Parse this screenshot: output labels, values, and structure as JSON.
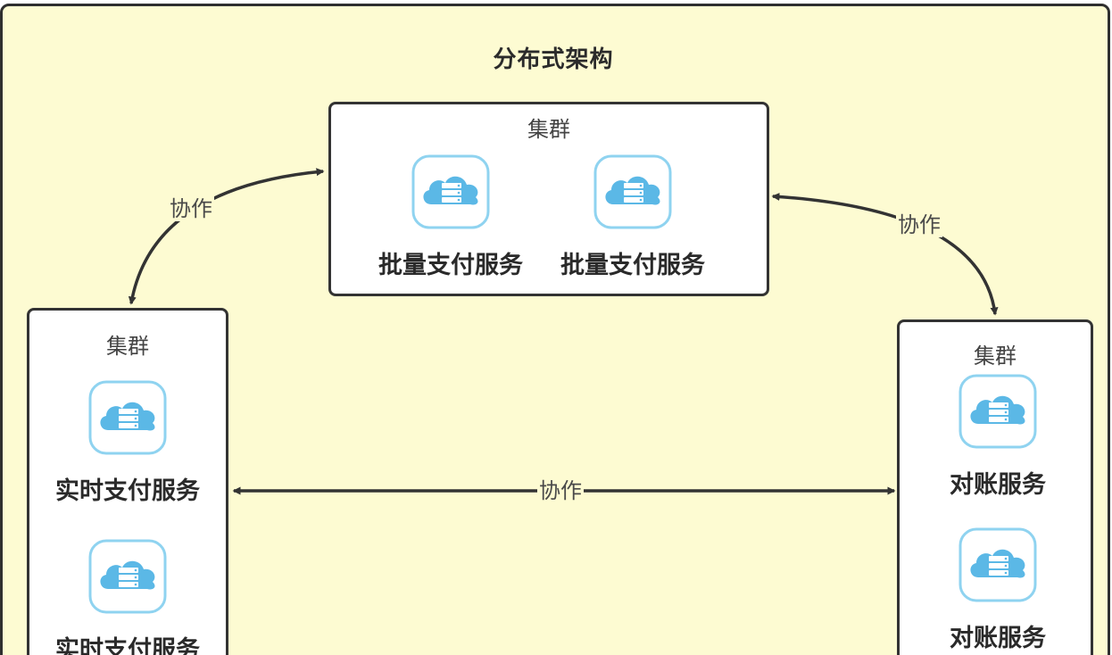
{
  "diagram": {
    "title": "分布式架构",
    "clusters": [
      {
        "label": "集群",
        "services": [
          {
            "label": "批量支付服务",
            "icon": "cloud-server-icon"
          },
          {
            "label": "批量支付服务",
            "icon": "cloud-server-icon"
          }
        ]
      },
      {
        "label": "集群",
        "services": [
          {
            "label": "实时支付服务",
            "icon": "cloud-server-icon"
          },
          {
            "label": "实时支付服务",
            "icon": "cloud-server-icon"
          }
        ]
      },
      {
        "label": "集群",
        "services": [
          {
            "label": "对账服务",
            "icon": "cloud-server-icon"
          },
          {
            "label": "对账服务",
            "icon": "cloud-server-icon"
          }
        ]
      }
    ],
    "edges": [
      {
        "label": "协作"
      },
      {
        "label": "协作"
      },
      {
        "label": "协作"
      }
    ],
    "colors": {
      "background": "#fdfbd2",
      "border": "#333333",
      "icon_fill": "#5bb8e6",
      "icon_tile_border": "#8fd3f0"
    }
  }
}
